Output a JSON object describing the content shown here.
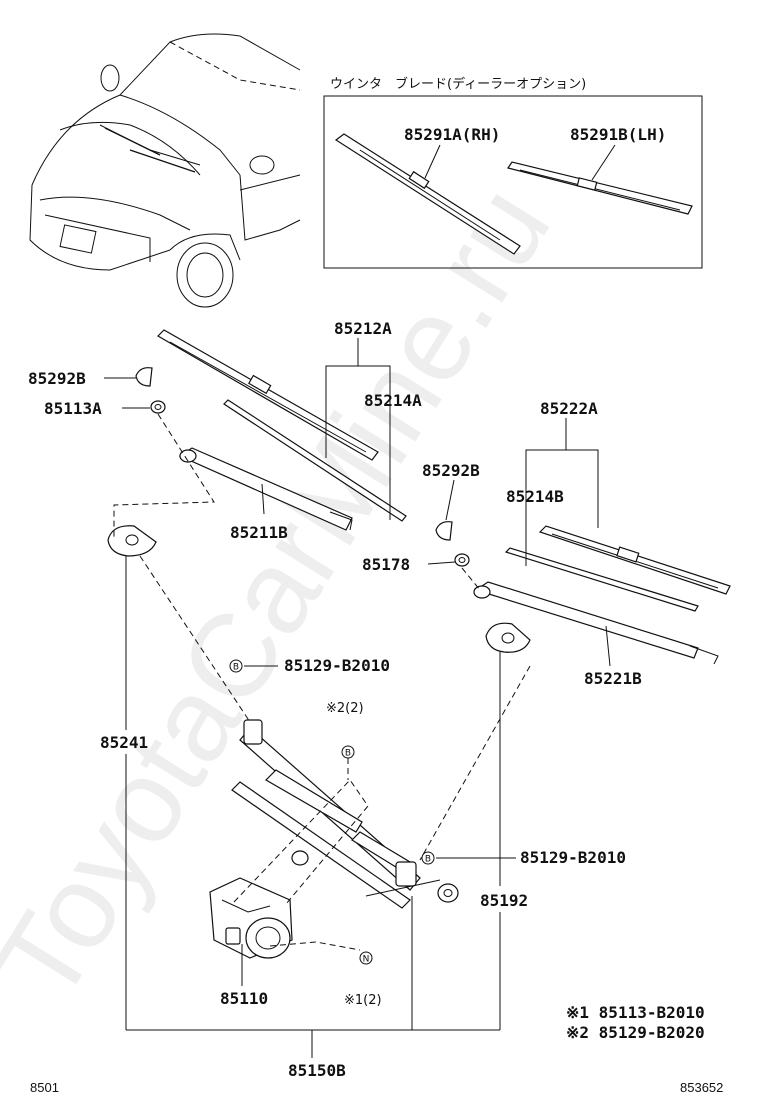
{
  "inset": {
    "title": "ウインタ　ブレード(ディーラーオプション)",
    "blade_rh": "85291A(RH)",
    "blade_lh": "85291B(LH)"
  },
  "parts": {
    "p85212a": "85212A",
    "p85292b_left": "85292B",
    "p85113a": "85113A",
    "p85214a": "85214A",
    "p85211b": "85211B",
    "p85222a": "85222A",
    "p85292b_right": "85292B",
    "p85214b": "85214B",
    "p85178": "85178",
    "p85221b": "85221B",
    "p85129_top": "85129-B2010",
    "p85241": "85241",
    "note2_ref": "※2(2)",
    "p85129_right": "85129-B2010",
    "p85192": "85192",
    "p85110": "85110",
    "note1_ref": "※1(2)",
    "p85150b": "85150B"
  },
  "marks": {
    "b": "B",
    "n": "N"
  },
  "notes": {
    "note1": "※1 85113-B2010",
    "note2": "※2 85129-B2020"
  },
  "footer": {
    "left": "8501",
    "right": "853652"
  },
  "watermark": "ToyotaCarMine.ru"
}
